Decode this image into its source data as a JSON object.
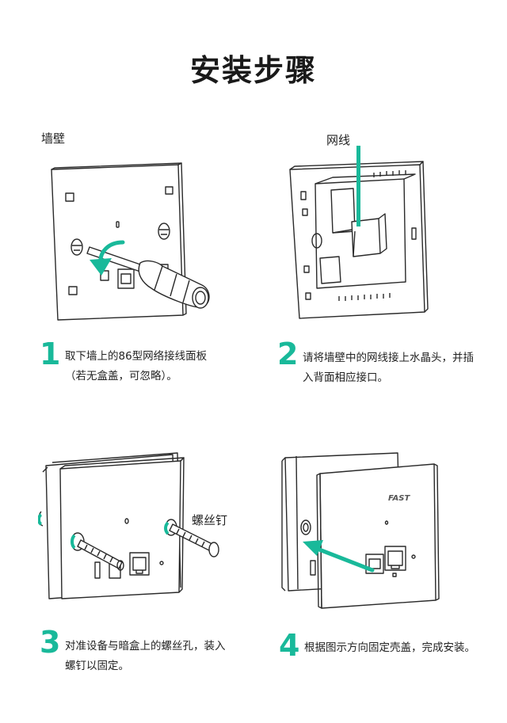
{
  "page": {
    "title": "安装步骤"
  },
  "colors": {
    "accent": "#19b99a",
    "stroke": "#2a2a2a"
  },
  "step1": {
    "number": "1",
    "label": "墙壁",
    "lines": [
      "取下墙上的86型网络接线面板",
      "（若无盒盖，可忽略）。"
    ]
  },
  "step2": {
    "number": "2",
    "label": "网线",
    "lines": [
      "请将墙壁中的网线接上水晶头，并插",
      "入背面相应接口。"
    ]
  },
  "step3": {
    "number": "3",
    "label": "螺丝钉",
    "lines": [
      "对准设备与暗盒上的螺丝孔，装入",
      "螺钉以固定。"
    ]
  },
  "step4": {
    "number": "4",
    "brand": "FAST",
    "lines": [
      "根据图示方向固定壳盖，完成安装。"
    ]
  }
}
